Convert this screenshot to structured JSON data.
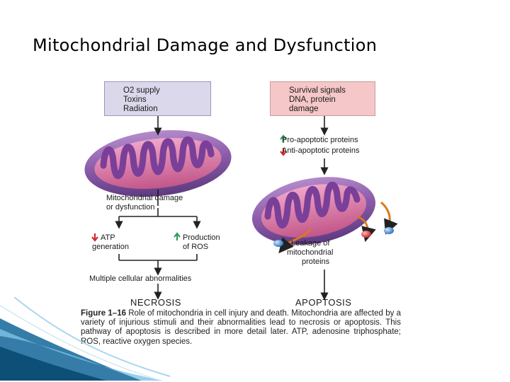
{
  "slide": {
    "title": "Mitochondrial Damage and Dysfunction"
  },
  "figure": {
    "left_box": [
      "O2 supply",
      "Toxins",
      "Radiation"
    ],
    "right_box": [
      "Survival signals",
      "DNA, protein",
      "damage"
    ],
    "pro_apoptotic": "Pro-apoptotic proteins",
    "anti_apoptotic": "Anti-apoptotic proteins",
    "mito_damage": [
      "Mitochondrial damage",
      "or dysfunction"
    ],
    "atp": [
      "ATP",
      "generation"
    ],
    "ros": [
      "Production",
      "of ROS"
    ],
    "leakage": [
      "Leakage of",
      "mitochondrial",
      "proteins"
    ],
    "multiple": "Multiple cellular abnormalities",
    "necrosis": "NECROSIS",
    "apoptosis": "APOPTOSIS",
    "caption_label": "Figure 1–16",
    "caption_text": "Role of mitochondria in cell injury and death. Mitochondria are affected by a variety of injurious stimuli and their abnormalities lead to necrosis or apoptosis. This pathway of apoptosis is described in more detail later. ATP, adenosine triphosphate; ROS, reactive oxygen species."
  },
  "colors": {
    "down_arrow": "#d6262b",
    "up_arrow": "#2f9c5a",
    "mito_outer": "#8a5aa8",
    "mito_inner": "#d46a9a"
  }
}
